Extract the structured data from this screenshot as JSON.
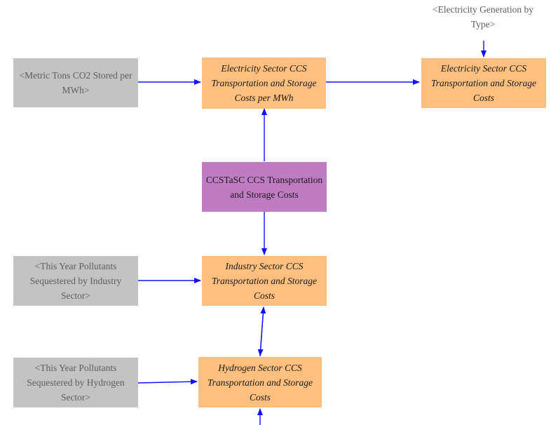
{
  "nodes": {
    "metric_tons": "<Metric Tons CO2 Stored per MWh>",
    "elec_gen_by_type": "<Electricity Generation by Type>",
    "elec_costs_per_mwh": "Electricity Sector CCS Transportation and Storage Costs per MWh",
    "elec_costs": "Electricity Sector CCS Transportation and Storage Costs",
    "ccstasc": "CCSTaSC CCS Transportation and Storage Costs",
    "pollutants_industry": "<This Year Pollutants Sequestered by Industry Sector>",
    "industry_costs": "Industry Sector CCS Transportation and Storage Costs",
    "pollutants_hydrogen": "<This Year Pollutants Sequestered by Hydrogen Sector>",
    "hydrogen_costs": "Hydrogen Sector CCS Transportation and Storage Costs"
  },
  "colors": {
    "arrow": "#1010ff",
    "ghost_box": "#c3c3c3",
    "variable_box": "#ffbf7f",
    "core_box": "#c07cc3"
  }
}
